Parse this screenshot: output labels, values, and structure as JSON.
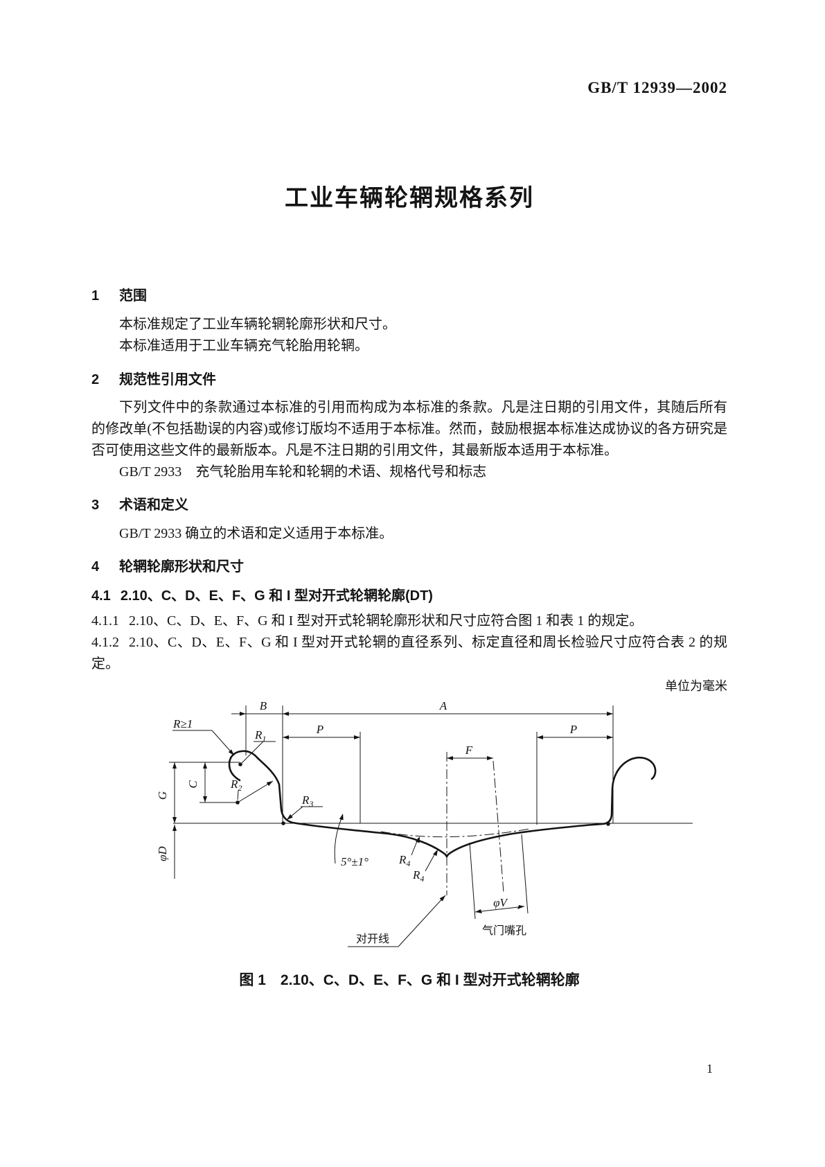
{
  "header": {
    "doc_number": "GB/T 12939—2002"
  },
  "title": "工业车辆轮辋规格系列",
  "sections": {
    "s1": {
      "num": "1",
      "heading": "范围",
      "p1": "本标准规定了工业车辆轮辋轮廓形状和尺寸。",
      "p2": "本标准适用于工业车辆充气轮胎用轮辋。"
    },
    "s2": {
      "num": "2",
      "heading": "规范性引用文件",
      "body": "下列文件中的条款通过本标准的引用而构成为本标准的条款。凡是注日期的引用文件，其随后所有的修改单(不包括勘误的内容)或修订版均不适用于本标准。然而，鼓励根据本标准达成协议的各方研究是否可使用这些文件的最新版本。凡是不注日期的引用文件，其最新版本适用于本标准。",
      "reference": "GB/T 2933　充气轮胎用车轮和轮辋的术语、规格代号和标志"
    },
    "s3": {
      "num": "3",
      "heading": "术语和定义",
      "p1": "GB/T 2933 确立的术语和定义适用于本标准。"
    },
    "s4": {
      "num": "4",
      "heading": "轮辋轮廓形状和尺寸",
      "s41": {
        "num": "4.1",
        "heading": "2.10、C、D、E、F、G 和 I 型对开式轮辋轮廓(DT)"
      },
      "s411": {
        "num": "4.1.1",
        "text": "2.10、C、D、E、F、G 和 I 型对开式轮辋轮廓形状和尺寸应符合图 1 和表 1 的规定。"
      },
      "s412": {
        "num": "4.1.2",
        "text": "2.10、C、D、E、F、G 和 I 型对开式轮辋的直径系列、标定直径和周长检验尺寸应符合表 2 的规定。"
      }
    }
  },
  "figure": {
    "unit_note": "单位为毫米",
    "caption": "图 1　2.10、C、D、E、F、G 和 I 型对开式轮辋轮廓",
    "labels": {
      "dim_b": "B",
      "dim_a": "A",
      "dim_p_left": "P",
      "dim_p_right": "P",
      "dim_f": "F",
      "dim_g": "G",
      "dim_c": "C",
      "dim_phi_d": "φD",
      "dim_phi_v": "φV",
      "r_min": "R≥1",
      "r1_base": "R",
      "r1_sub": "1",
      "r2_base": "R",
      "r2_sub": "2",
      "r3_base": "R",
      "r3_sub": "3",
      "r4a_base": "R",
      "r4a_sub": "4",
      "r4b_base": "R",
      "r4b_sub": "4",
      "angle": "5°±1°",
      "split_line": "对开线",
      "valve_hole": "气门嘴孔"
    }
  },
  "page_number": "1"
}
